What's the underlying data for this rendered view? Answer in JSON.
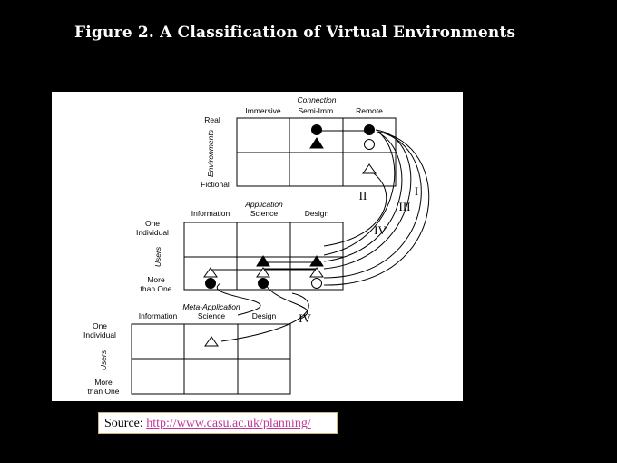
{
  "title": "Figure 2.  A Classification of Virtual Environments",
  "source": {
    "label": "Source:",
    "link_text": "http://www.casu.ac.uk/planning/"
  },
  "diagram": {
    "connection": {
      "title": "Connection",
      "columns": [
        "Immersive",
        "Semi-Imm.",
        "Remote"
      ],
      "axis_label": "Environments",
      "rows": [
        "Real",
        "Fictional"
      ]
    },
    "application": {
      "title": "Application",
      "columns": [
        "Information",
        "Science",
        "Design"
      ],
      "axis_label": "Users",
      "row1": [
        "One",
        "Individual"
      ],
      "row2": [
        "More",
        "than One"
      ]
    },
    "meta_application": {
      "title": "Meta-Application",
      "columns": [
        "Information",
        "Science",
        "Design"
      ],
      "axis_label": "Users",
      "row1": [
        "One",
        "Individual"
      ],
      "row2": [
        "More",
        "than One"
      ]
    },
    "routes": [
      "I",
      "II",
      "III",
      "IV",
      "IV"
    ]
  }
}
